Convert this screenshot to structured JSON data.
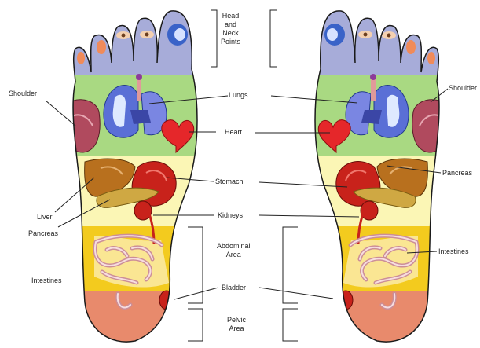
{
  "labels": {
    "head_neck": "Head\nand\nNeck\nPoints",
    "lungs": "Lungs",
    "heart": "Heart",
    "stomach": "Stomach",
    "kidneys": "Kidneys",
    "abdominal": "Abdominal\nArea",
    "bladder": "Bladder",
    "pelvic": "Pelvic\nArea",
    "shoulder_left": "Shoulder",
    "shoulder_right": "Shoulder",
    "liver": "Liver",
    "pancreas_left": "Pancreas",
    "pancreas_right": "Pancreas",
    "intestines_left": "Intestines",
    "intestines_right": "Intestines"
  },
  "colors": {
    "toes": "#a7acd9",
    "lung_zone": "#a9d982",
    "digestive_zone": "#fbf6b5",
    "intestine_zone": "#f3cb1e",
    "heel": "#e88a6c",
    "outline": "#1a1a1a",
    "heart": "#e5272a",
    "organ_red": "#c8221b",
    "lung_blue": "#5a6fd6"
  }
}
